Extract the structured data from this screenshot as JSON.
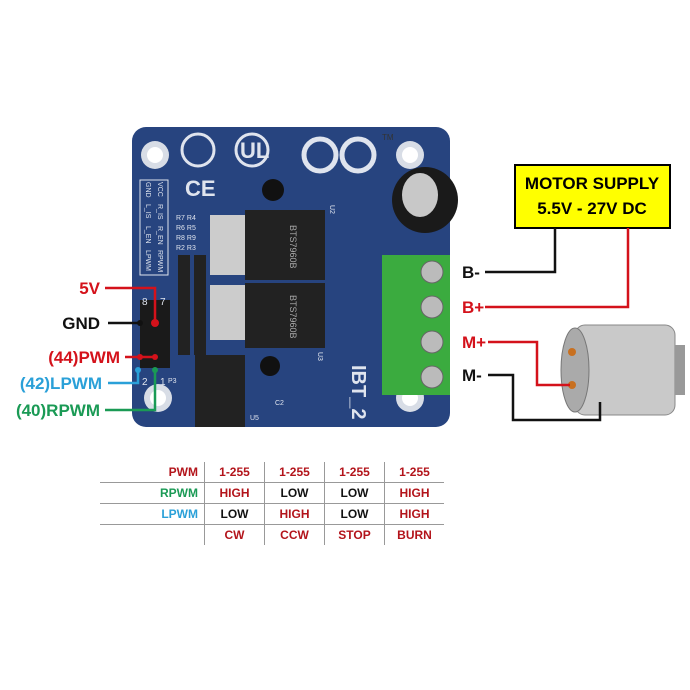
{
  "board": {
    "name": "IBT_2",
    "silkscreen": [
      "VCC",
      "R_IS",
      "R_EN",
      "RPWM",
      "GND",
      "L_IS",
      "L_EN",
      "LPWM"
    ],
    "resistors": [
      "R7",
      "R4",
      "R6",
      "R5",
      "R8",
      "R9",
      "R2",
      "R3"
    ],
    "pin_numbers": [
      "8",
      "7",
      "2",
      "1"
    ],
    "chip_text": "BTS7960B",
    "tm": "TM",
    "p3": "P3",
    "c2": "C2",
    "u3": "U3",
    "u5": "U5"
  },
  "pins": {
    "v5": "5V",
    "gnd": "GND",
    "pwm": "(44)PWM",
    "lpwm": "(42)LPWM",
    "rpwm": "(40)RPWM"
  },
  "terminals": {
    "bminus": "B-",
    "bplus": "B+",
    "mplus": "M+",
    "mminus": "M-"
  },
  "supply": {
    "line1": "MOTOR SUPPLY",
    "line2": "5.5V - 27V DC"
  },
  "table": {
    "rows": [
      {
        "label": "PWM",
        "cells": [
          "1-255",
          "1-255",
          "1-255",
          "1-255"
        ]
      },
      {
        "label": "RPWM",
        "cells": [
          "HIGH",
          "LOW",
          "LOW",
          "HIGH"
        ]
      },
      {
        "label": "LPWM",
        "cells": [
          "LOW",
          "HIGH",
          "LOW",
          "HIGH"
        ]
      },
      {
        "label": "",
        "cells": [
          "CW",
          "CCW",
          "STOP",
          "BURN"
        ]
      }
    ]
  },
  "colors": {
    "red": "#d4121b",
    "green": "#1a9a55",
    "blue": "#2aa0d8",
    "board": "#27447f",
    "terminal": "#3bab3f",
    "supply_box": "#ffff00"
  }
}
